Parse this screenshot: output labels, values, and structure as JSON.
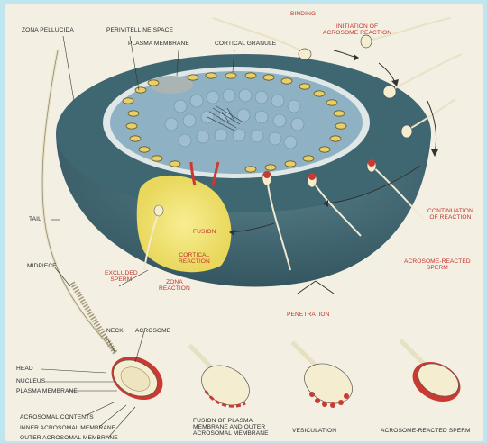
{
  "labels": {
    "binding": "BINDING",
    "initiation": "INITIATION OF\nACROSOME REACTION",
    "zona_pellucida": "ZONA PELLUCIDA",
    "perivitelline_space": "PERIVITELLINE SPACE",
    "plasma_membrane_top": "PLASMA MEMBRANE",
    "cortical_granule": "CORTICAL GRANULE",
    "continuation": "CONTINUATION\nOF REACTION",
    "tail": "TAIL",
    "fusion": "FUSION",
    "cortical_reaction": "CORTICAL\nREACTION",
    "acrosome_reacted_sperm_right": "ACROSOME-REACTED\nSPERM",
    "midpiece": "MIDPIECE",
    "excluded_sperm": "EXCLUDED\nSPERM",
    "zona_reaction": "ZONA\nREACTION",
    "penetration": "PENETRATION",
    "neck": "NECK",
    "acrosome": "ACROSOME",
    "head": "HEAD",
    "nucleus": "NUCLEUS",
    "plasma_membrane_bottom": "PLASMA MEMBRANE",
    "acrosomal_contents": "ACROSOMAL CONTENTS",
    "inner_acrosomal_membrane": "INNER ACROSOMAL MEMBRANE",
    "outer_acrosomal_membrane": "OUTER ACROSOMAL MEMBRANE",
    "fusion_of_membranes": "FUSION OF PLASMA\nMEMBRANE AND OUTER\nACROSOMAL MEMBRANE",
    "vesiculation": "VESICULATION",
    "acrosome_reacted_sperm_bottom": "ACROSOME-REACTED SPERM"
  },
  "colors": {
    "background": "#bfe6ee",
    "paper": "#f3efe3",
    "zona": "#3d6470",
    "egg_cytoplasm": "#8fb1c4",
    "granule": "#e8cf6a",
    "yellow_zone": "#f2e57a",
    "sperm_head": "#f4edcf",
    "acrosome_red": "#c93a32",
    "label_red": "#c4332a"
  }
}
